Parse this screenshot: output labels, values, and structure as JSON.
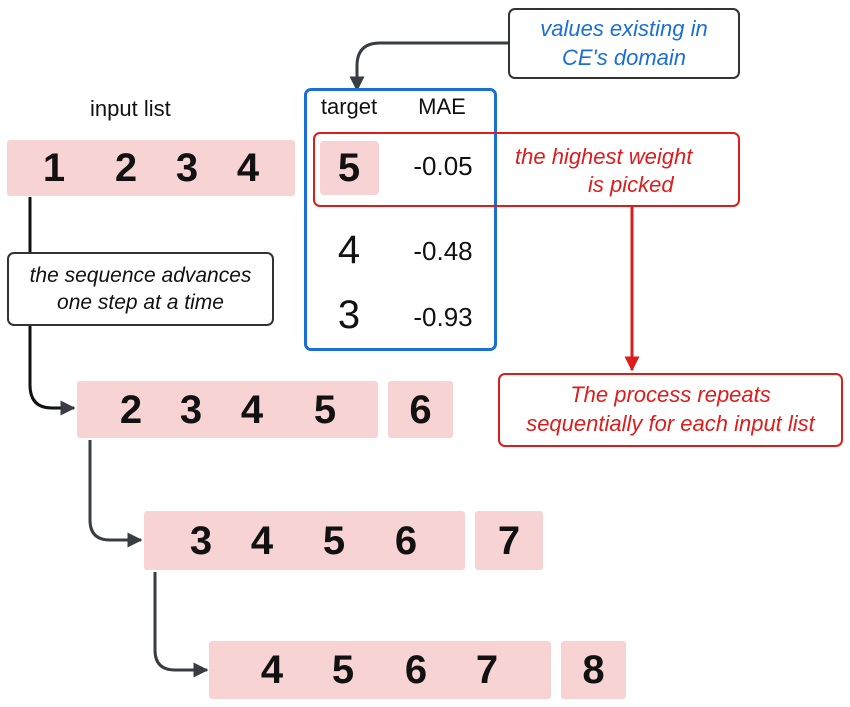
{
  "labels": {
    "input_list": "input list",
    "sequence_note": [
      "the sequence advances",
      "one step at a time"
    ],
    "domain_note": [
      "values existing in",
      "CE's domain"
    ],
    "weight_note": [
      "the highest weight",
      "is picked"
    ],
    "repeat_note": [
      "The process repeats",
      "sequentially for each input list"
    ]
  },
  "table": {
    "headers": [
      "target",
      "MAE"
    ],
    "rows": [
      {
        "target": "5",
        "mae": "-0.05"
      },
      {
        "target": "4",
        "mae": "-0.48"
      },
      {
        "target": "3",
        "mae": "-0.93"
      }
    ]
  },
  "sequences": [
    {
      "numbers": [
        "1",
        "2",
        "3",
        "4"
      ],
      "prediction": ""
    },
    {
      "numbers": [
        "2",
        "3",
        "4",
        "5"
      ],
      "prediction": "6"
    },
    {
      "numbers": [
        "3",
        "4",
        "5",
        "6"
      ],
      "prediction": "7"
    },
    {
      "numbers": [
        "4",
        "5",
        "6",
        "7"
      ],
      "prediction": "8"
    }
  ],
  "colors": {
    "list_fill": "#f8d3d3",
    "domain_blue": "#1a6fd6",
    "highlight_red": "#dd1c1c",
    "outline_dark": "#333333"
  }
}
